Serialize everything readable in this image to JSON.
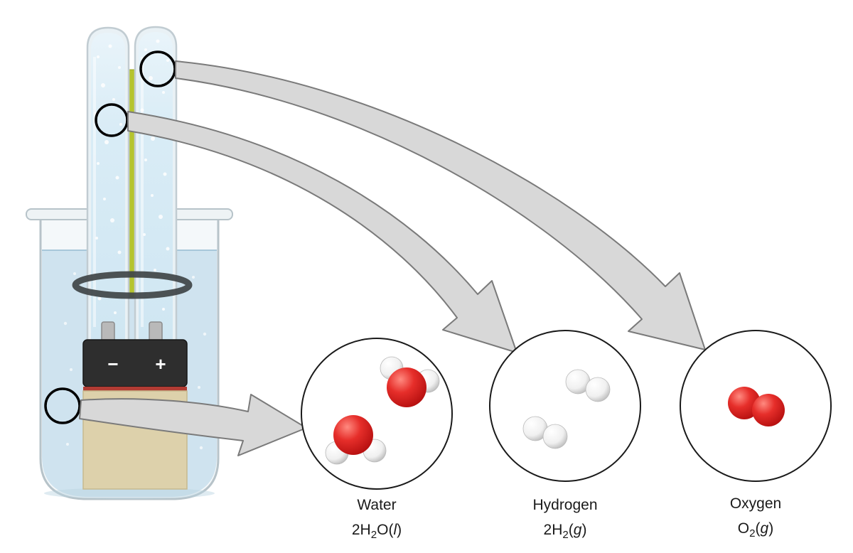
{
  "apparatus": {
    "battery": {
      "negative_terminal": "−",
      "positive_terminal": "+"
    }
  },
  "molecule_views": [
    {
      "substance": "Water",
      "formula": {
        "pre": "2H",
        "sub": "2",
        "mid": "O(",
        "state": "l",
        "post": ")"
      }
    },
    {
      "substance": "Hydrogen",
      "formula": {
        "pre": "2H",
        "sub": "2",
        "mid": "(",
        "state": "g",
        "post": ")"
      }
    },
    {
      "substance": "Oxygen",
      "formula": {
        "pre": "O",
        "sub": "2",
        "mid": "(",
        "state": "g",
        "post": ")"
      }
    }
  ],
  "colors": {
    "beaker_water": "#cfe3ef",
    "tube_liquid": "#d6ebf5",
    "electrode_strip": "#b5c42e",
    "battery_casing_top": "#2e2e2e",
    "battery_stripe": "#b23b33",
    "battery_body": "#ddd1ab",
    "arrow_fill": "#d8d8d8",
    "arrow_outline": "#7a7a7a",
    "oxygen_atom": "#e02020",
    "hydrogen_atom": "#f2f2f2"
  }
}
